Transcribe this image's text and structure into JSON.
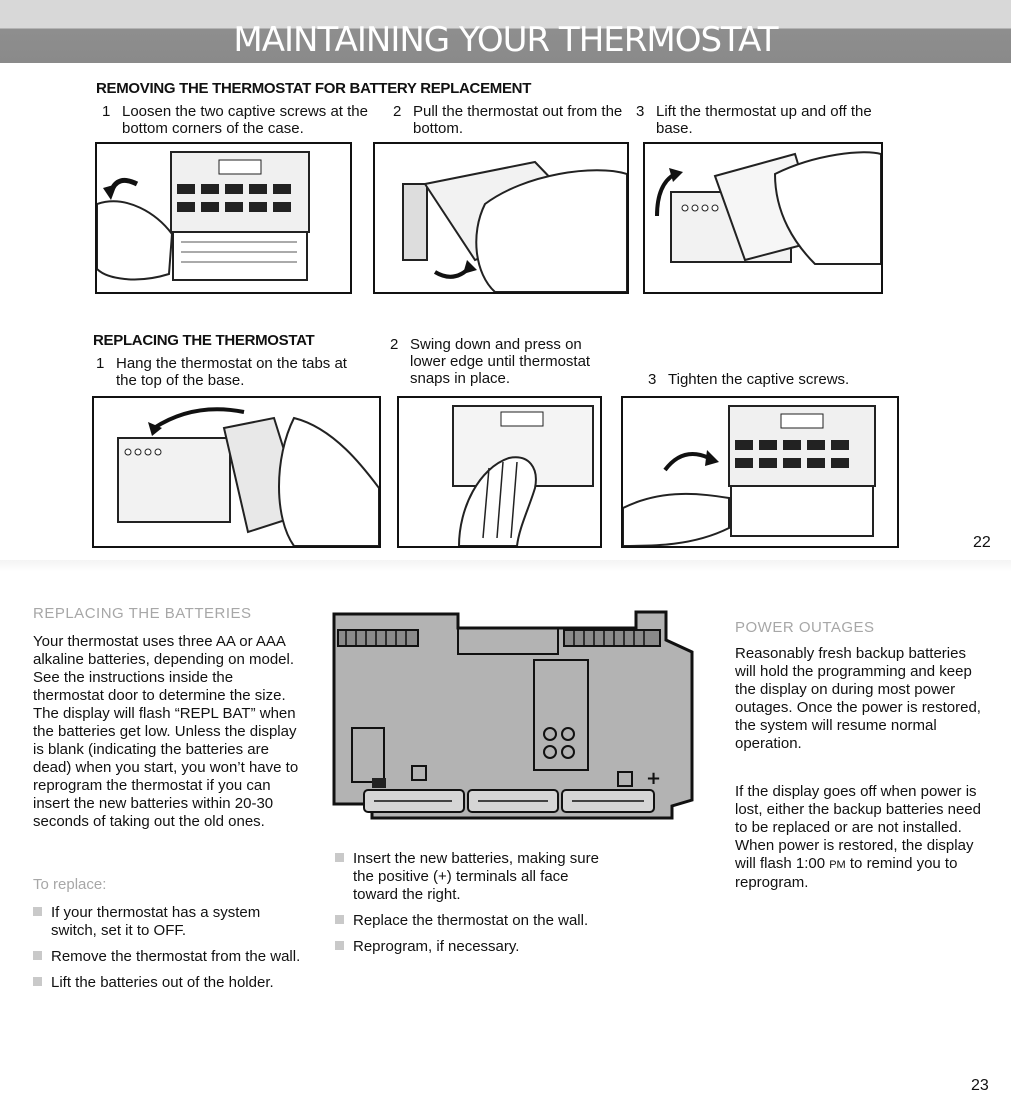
{
  "header": {
    "title": "MAINTAINING YOUR THERMOSTAT"
  },
  "removing": {
    "title": "REMOVING THE THERMOSTAT  FOR BATTERY REPLACEMENT",
    "steps": [
      {
        "num": "1",
        "text": "Loosen the two captive screws at the bottom corners of the case."
      },
      {
        "num": "2",
        "text": "Pull the thermostat out from the bottom."
      },
      {
        "num": "3",
        "text": "Lift the thermostat up and off the base."
      }
    ]
  },
  "replacing": {
    "title": "REPLACING THE THERMOSTAT",
    "steps": [
      {
        "num": "1",
        "text": "Hang the thermostat on the tabs at the top of the base."
      },
      {
        "num": "2",
        "text": "Swing down and press on lower edge until thermostat snaps in place."
      },
      {
        "num": "3",
        "text": "Tighten the captive screws."
      }
    ]
  },
  "page_22": "22",
  "page_23": "23",
  "batteries": {
    "title": "REPLACING THE BATTERIES",
    "body": "Your thermostat uses three AA or AAA alkaline batteries, depending on model. See the instructions inside the thermostat door to determine the size. The display will flash “REPL BAT” when the batteries get low. Unless the display is blank (indicating the batteries are dead) when you start, you won’t have to reprogram the thermostat if you can insert the new batteries within 20-30 seconds of taking out the old ones.",
    "to_replace": "To replace:",
    "bullets": [
      "If your thermostat has a system switch, set it to OFF.",
      "Remove the thermostat from the wall.",
      "Lift the batteries out of the holder."
    ],
    "bullets_2": [
      "Insert the new batteries, making sure the positive (+) terminals all face toward the right.",
      "Replace the thermostat on the wall.",
      "Reprogram, if necessary."
    ]
  },
  "outages": {
    "title": "POWER OUTAGES",
    "para1": "Reasonably fresh backup batteries will hold the programming and keep the display on during most power outages. Once the power is restored, the system will resume normal operation.",
    "para2_pre": "If the display goes off when power is lost, either the backup batteries need to be replaced or are not installed. When power is restored, the display will flash 1:00 ",
    "para2_pm": "PM",
    "para2_post": " to remind you to reprogram."
  }
}
